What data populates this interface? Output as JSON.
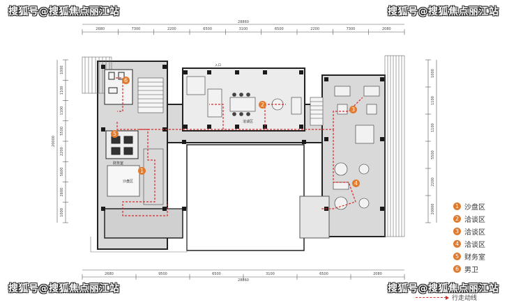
{
  "watermark": {
    "text": "搜狐号@搜狐焦点丽江站"
  },
  "colors": {
    "accent": "#e07a2e",
    "route": "#d62b2b",
    "wall": "#222222",
    "floor": "#d9d9d9"
  },
  "dimensions": {
    "top_total": "28860",
    "top_segments": [
      "2680",
      "7300",
      "2200",
      "6500",
      "3100",
      "6500",
      "2200",
      "7300",
      "2080"
    ],
    "bottom_total": "28860",
    "bottom_segments": [
      "2680",
      "9500",
      "6500",
      "3100",
      "6500",
      "2080"
    ],
    "left_segments": [
      "1000",
      "1100",
      "1100",
      "5500",
      "2200",
      "5600",
      "2600",
      "1000"
    ],
    "left_total": "20000",
    "right_segments": [
      "1000",
      "1100",
      "1100",
      "5500",
      "2200",
      "20000"
    ]
  },
  "room_labels": [
    "沙盘区",
    "洽谈区",
    "财务室"
  ],
  "legend": [
    {
      "num": "1",
      "label": "沙盘区"
    },
    {
      "num": "2",
      "label": "洽谈区"
    },
    {
      "num": "3",
      "label": "洽谈区"
    },
    {
      "num": "4",
      "label": "洽谈区"
    },
    {
      "num": "5",
      "label": "财务室"
    },
    {
      "num": "6",
      "label": "男卫"
    }
  ],
  "plan_markers": [
    "1",
    "2",
    "3",
    "4",
    "5",
    "6"
  ],
  "route_legend": {
    "label": "行走动线"
  }
}
